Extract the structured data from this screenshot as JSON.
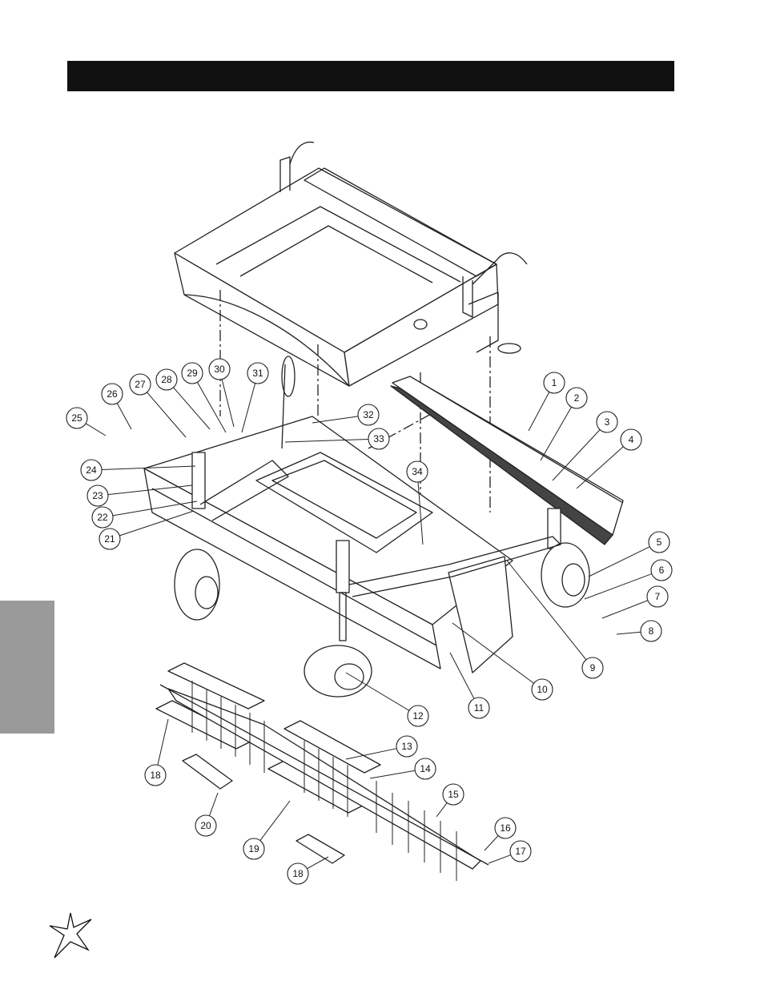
{
  "header": {
    "title": ""
  },
  "colors": {
    "header_bar": "#111111",
    "side_tab": "#9a9a9a",
    "line": "#222222"
  },
  "logo": {
    "icon": "star-logo-icon"
  },
  "callouts": [
    {
      "label": "1"
    },
    {
      "label": "2"
    },
    {
      "label": "3"
    },
    {
      "label": "4"
    },
    {
      "label": "5"
    },
    {
      "label": "6"
    },
    {
      "label": "7"
    },
    {
      "label": "8"
    },
    {
      "label": "9"
    },
    {
      "label": "10"
    },
    {
      "label": "11"
    },
    {
      "label": "12"
    },
    {
      "label": "13"
    },
    {
      "label": "14"
    },
    {
      "label": "15"
    },
    {
      "label": "16"
    },
    {
      "label": "17"
    },
    {
      "label": "18"
    },
    {
      "label": "18"
    },
    {
      "label": "19"
    },
    {
      "label": "20"
    },
    {
      "label": "21"
    },
    {
      "label": "22"
    },
    {
      "label": "23"
    },
    {
      "label": "24"
    },
    {
      "label": "25"
    },
    {
      "label": "26"
    },
    {
      "label": "27"
    },
    {
      "label": "28"
    },
    {
      "label": "29"
    },
    {
      "label": "30"
    },
    {
      "label": "31"
    },
    {
      "label": "32"
    },
    {
      "label": "33"
    },
    {
      "label": "34"
    }
  ]
}
